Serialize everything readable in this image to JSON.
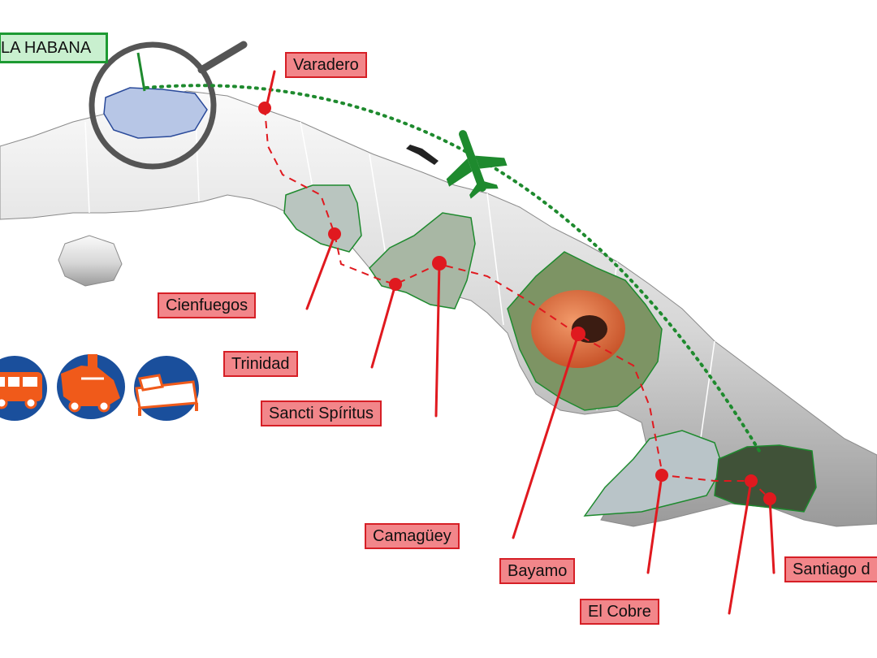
{
  "capital": {
    "label": "LA HABANA"
  },
  "cities": [
    {
      "id": "varadero",
      "label": "Varadero"
    },
    {
      "id": "cienfuegos",
      "label": "Cienfuegos"
    },
    {
      "id": "trinidad",
      "label": "Trinidad"
    },
    {
      "id": "sancti-spiritus",
      "label": "Sancti Spíritus"
    },
    {
      "id": "camaguey",
      "label": "Camagüey"
    },
    {
      "id": "bayamo",
      "label": "Bayamo"
    },
    {
      "id": "el-cobre",
      "label": "El Cobre"
    },
    {
      "id": "santiago",
      "label": "Santiago d"
    }
  ],
  "icons": [
    "bus-icon",
    "train-icon",
    "hotel-bed-icon"
  ],
  "colors": {
    "route_red": "#e0191f",
    "flight_green": "#1e8a2e",
    "land_gray": "#d9d9d9",
    "label_fill": "#f2868a",
    "icon_blue": "#1a4f9c",
    "icon_orange": "#f05a1a"
  }
}
